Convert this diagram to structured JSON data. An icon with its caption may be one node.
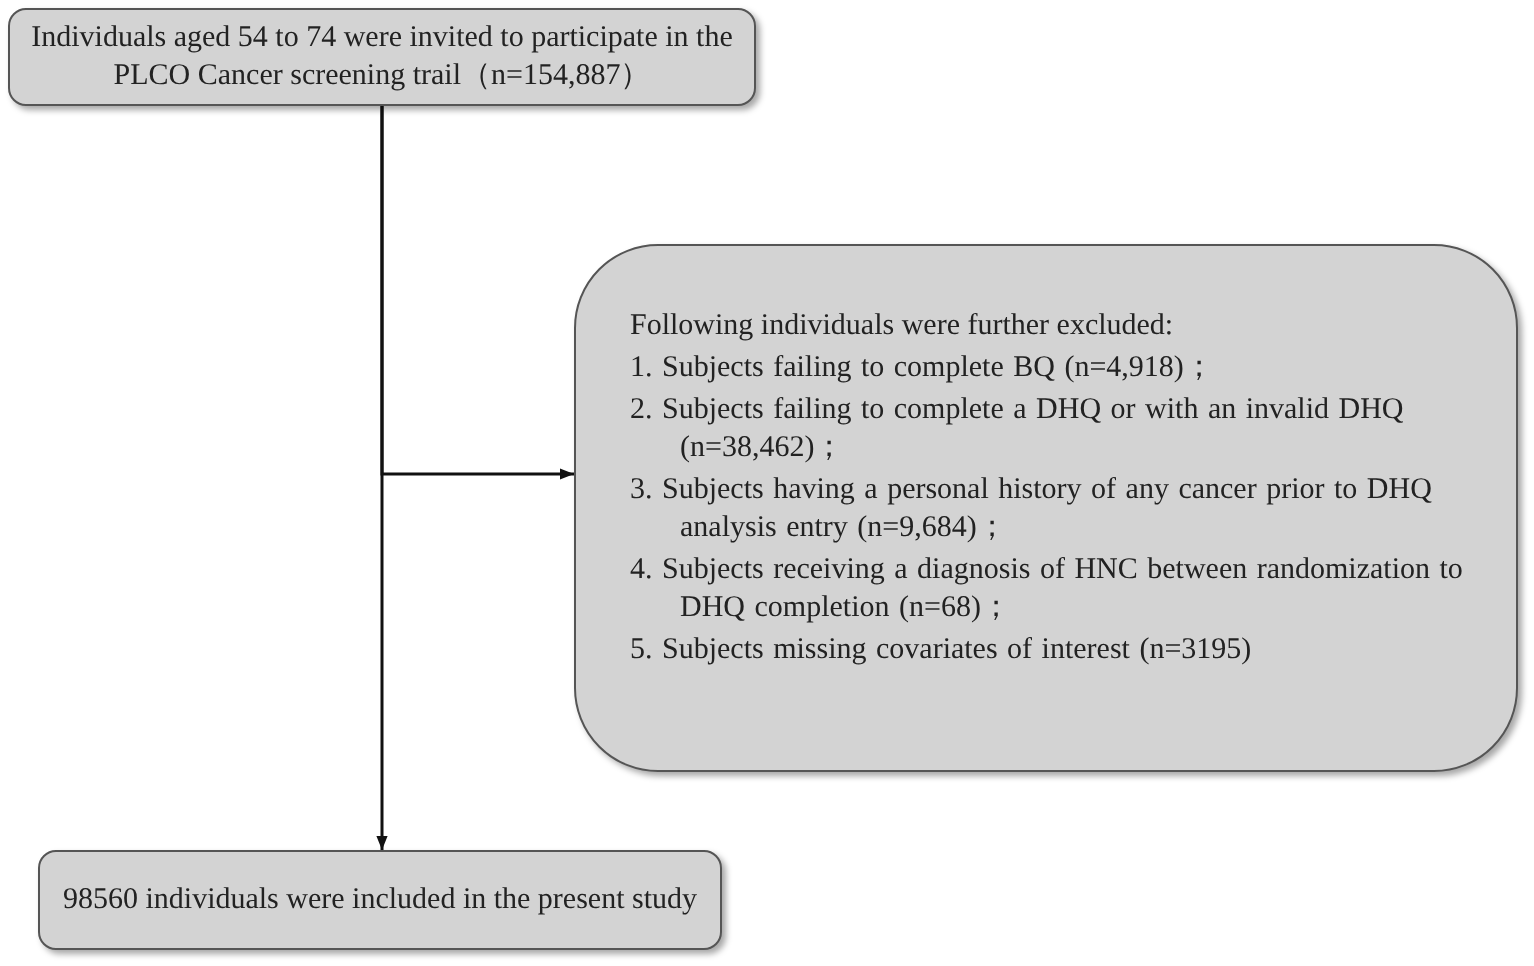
{
  "diagram": {
    "nodes": [
      {
        "text": [
          "Individuals aged 54 to 74 were invited to participate in the PLCO Cancer screening trail（n=154,887）"
        ]
      },
      {
        "text": [
          "Following individuals were further excluded:",
          "1. Subjects failing to complete BQ (n=4,918)；",
          "2. Subjects failing to complete a DHQ or with an invalid DHQ (n=38,462)；",
          "3. Subjects having a personal history of any cancer prior to DHQ analysis entry (n=9,684)；",
          "4. Subjects receiving a diagnosis of HNC between randomization to DHQ completion (n=68)；",
          "5. Subjects missing covariates of interest (n=3195)"
        ]
      },
      {
        "text": [
          "98560 individuals were included in the present study"
        ]
      }
    ],
    "edges": [
      {
        "from": 0,
        "to": 1,
        "arrow": "to"
      },
      {
        "from": 0,
        "to": 2,
        "arrow": "to"
      }
    ]
  }
}
